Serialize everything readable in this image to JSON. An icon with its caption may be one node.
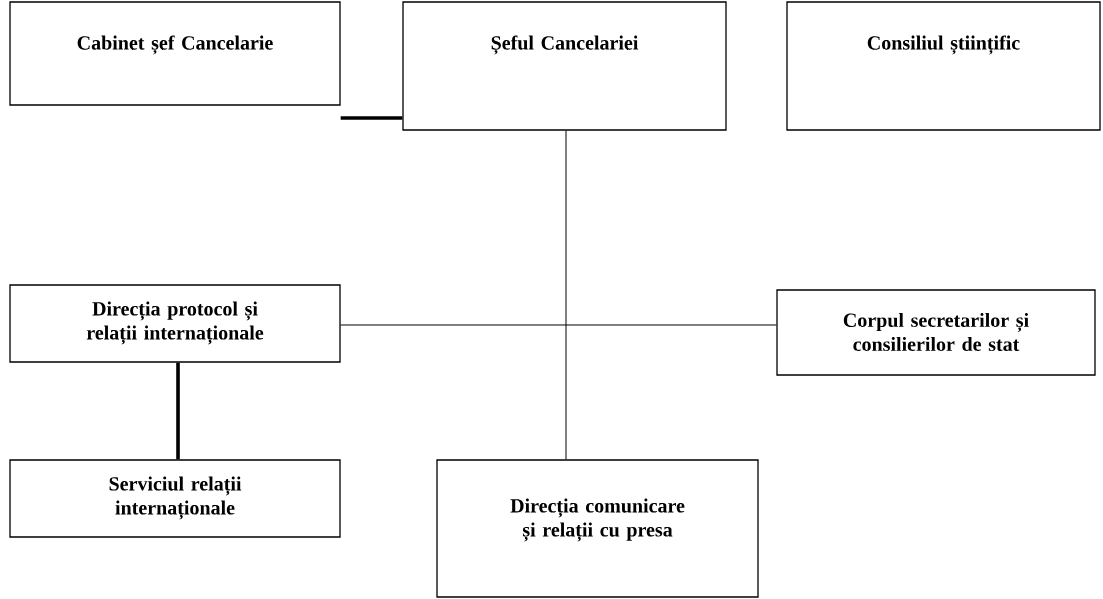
{
  "diagram": {
    "nodes": [
      {
        "text": [
          "Cabinet șef Cancelarie"
        ]
      },
      {
        "text": [
          "Șeful Cancelariei"
        ]
      },
      {
        "text": [
          "Consiliul științific"
        ]
      },
      {
        "text": [
          "Direcția protocol și relații internaționale"
        ]
      },
      {
        "text": [
          "Corpul secretarilor și consilierilor de stat"
        ]
      },
      {
        "text": [
          "Serviciul relații internaționale"
        ]
      },
      {
        "text": [
          "Direcția comunicare și relații cu presa"
        ]
      }
    ],
    "edges": [
      {
        "from": 0,
        "to": 1,
        "arrow": "none",
        "style": "thick"
      },
      {
        "from": 1,
        "to": 6,
        "arrow": "none"
      },
      {
        "from": 3,
        "to": 4,
        "arrow": "none"
      },
      {
        "from": 3,
        "to": 5,
        "arrow": "none",
        "style": "thick"
      }
    ]
  }
}
